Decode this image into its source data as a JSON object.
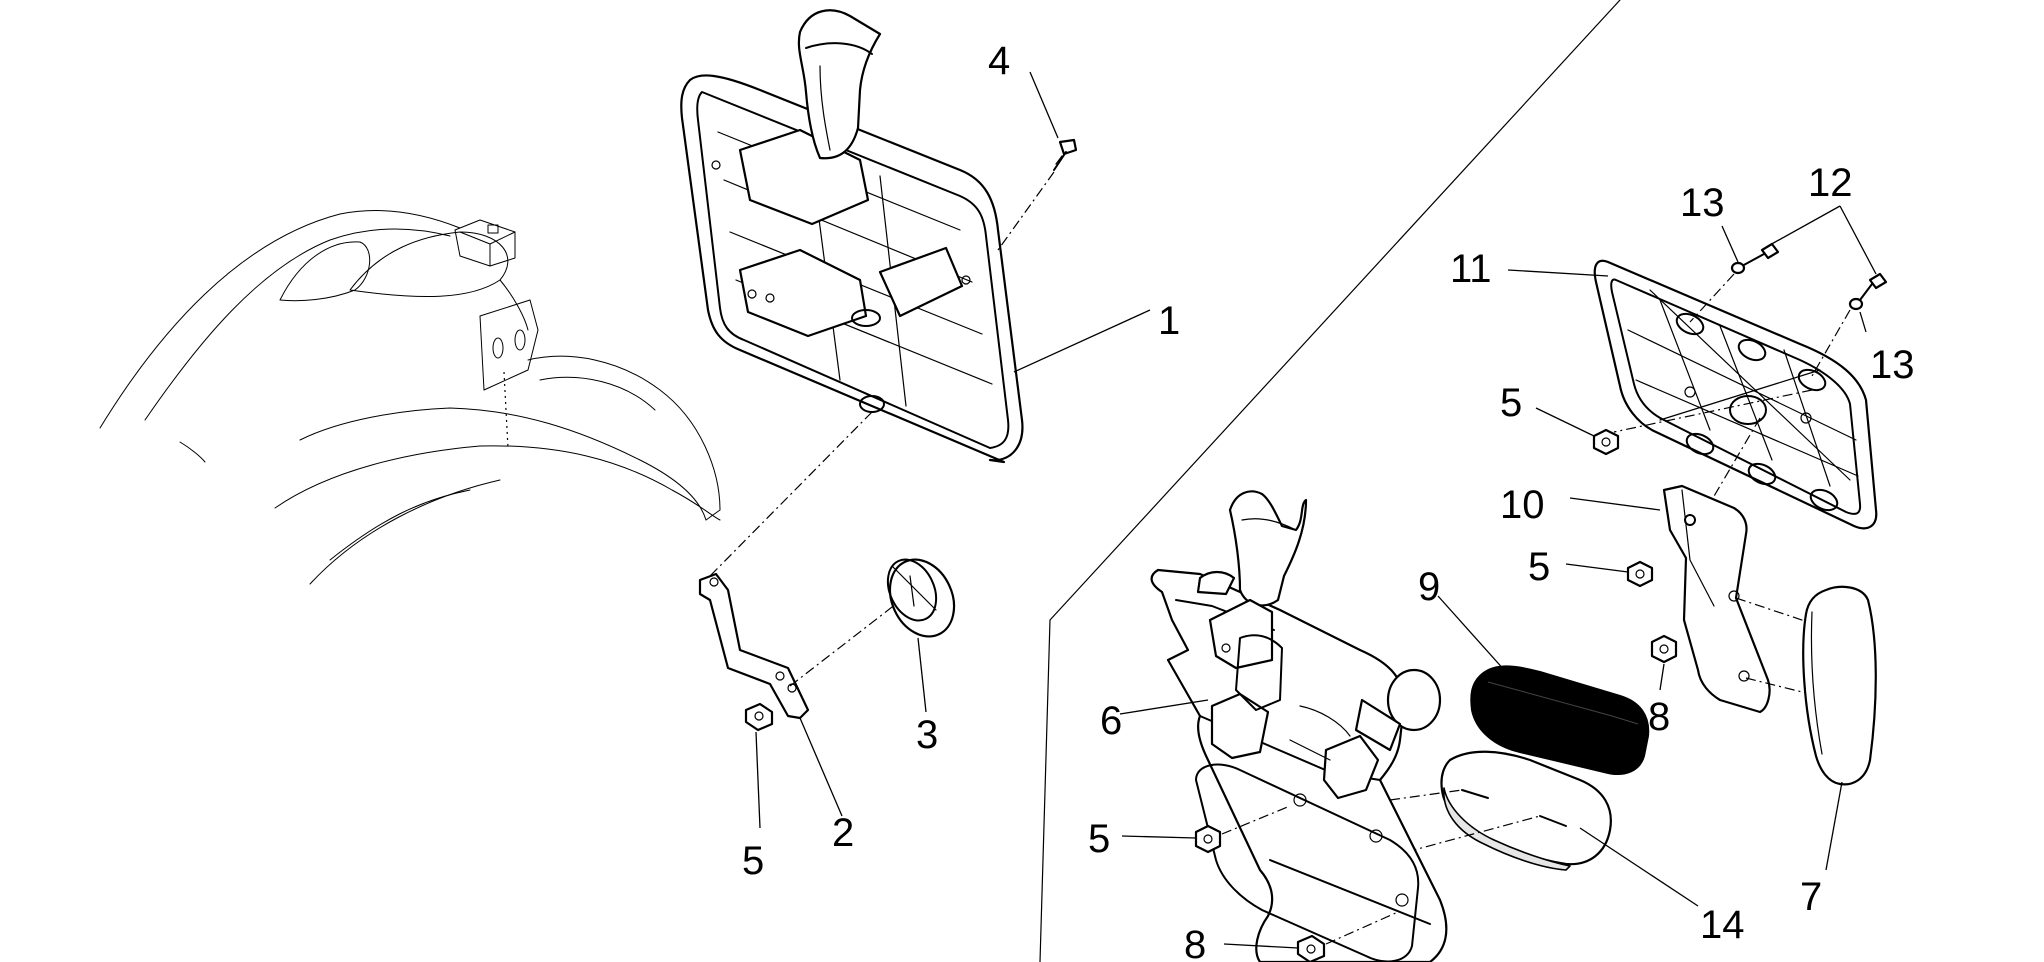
{
  "callouts": {
    "c1": "1",
    "c2": "2",
    "c3": "3",
    "c4": "4",
    "c5a": "5",
    "c5b": "5",
    "c5c": "5",
    "c5d": "5",
    "c6": "6",
    "c7": "7",
    "c8a": "8",
    "c8b": "8",
    "c9": "9",
    "c10": "10",
    "c11": "11",
    "c12": "12",
    "c13a": "13",
    "c13b": "13",
    "c14": "14"
  },
  "colors": {
    "ink": "#000000",
    "paper": "#ffffff",
    "reflector_fill": "#000000"
  }
}
